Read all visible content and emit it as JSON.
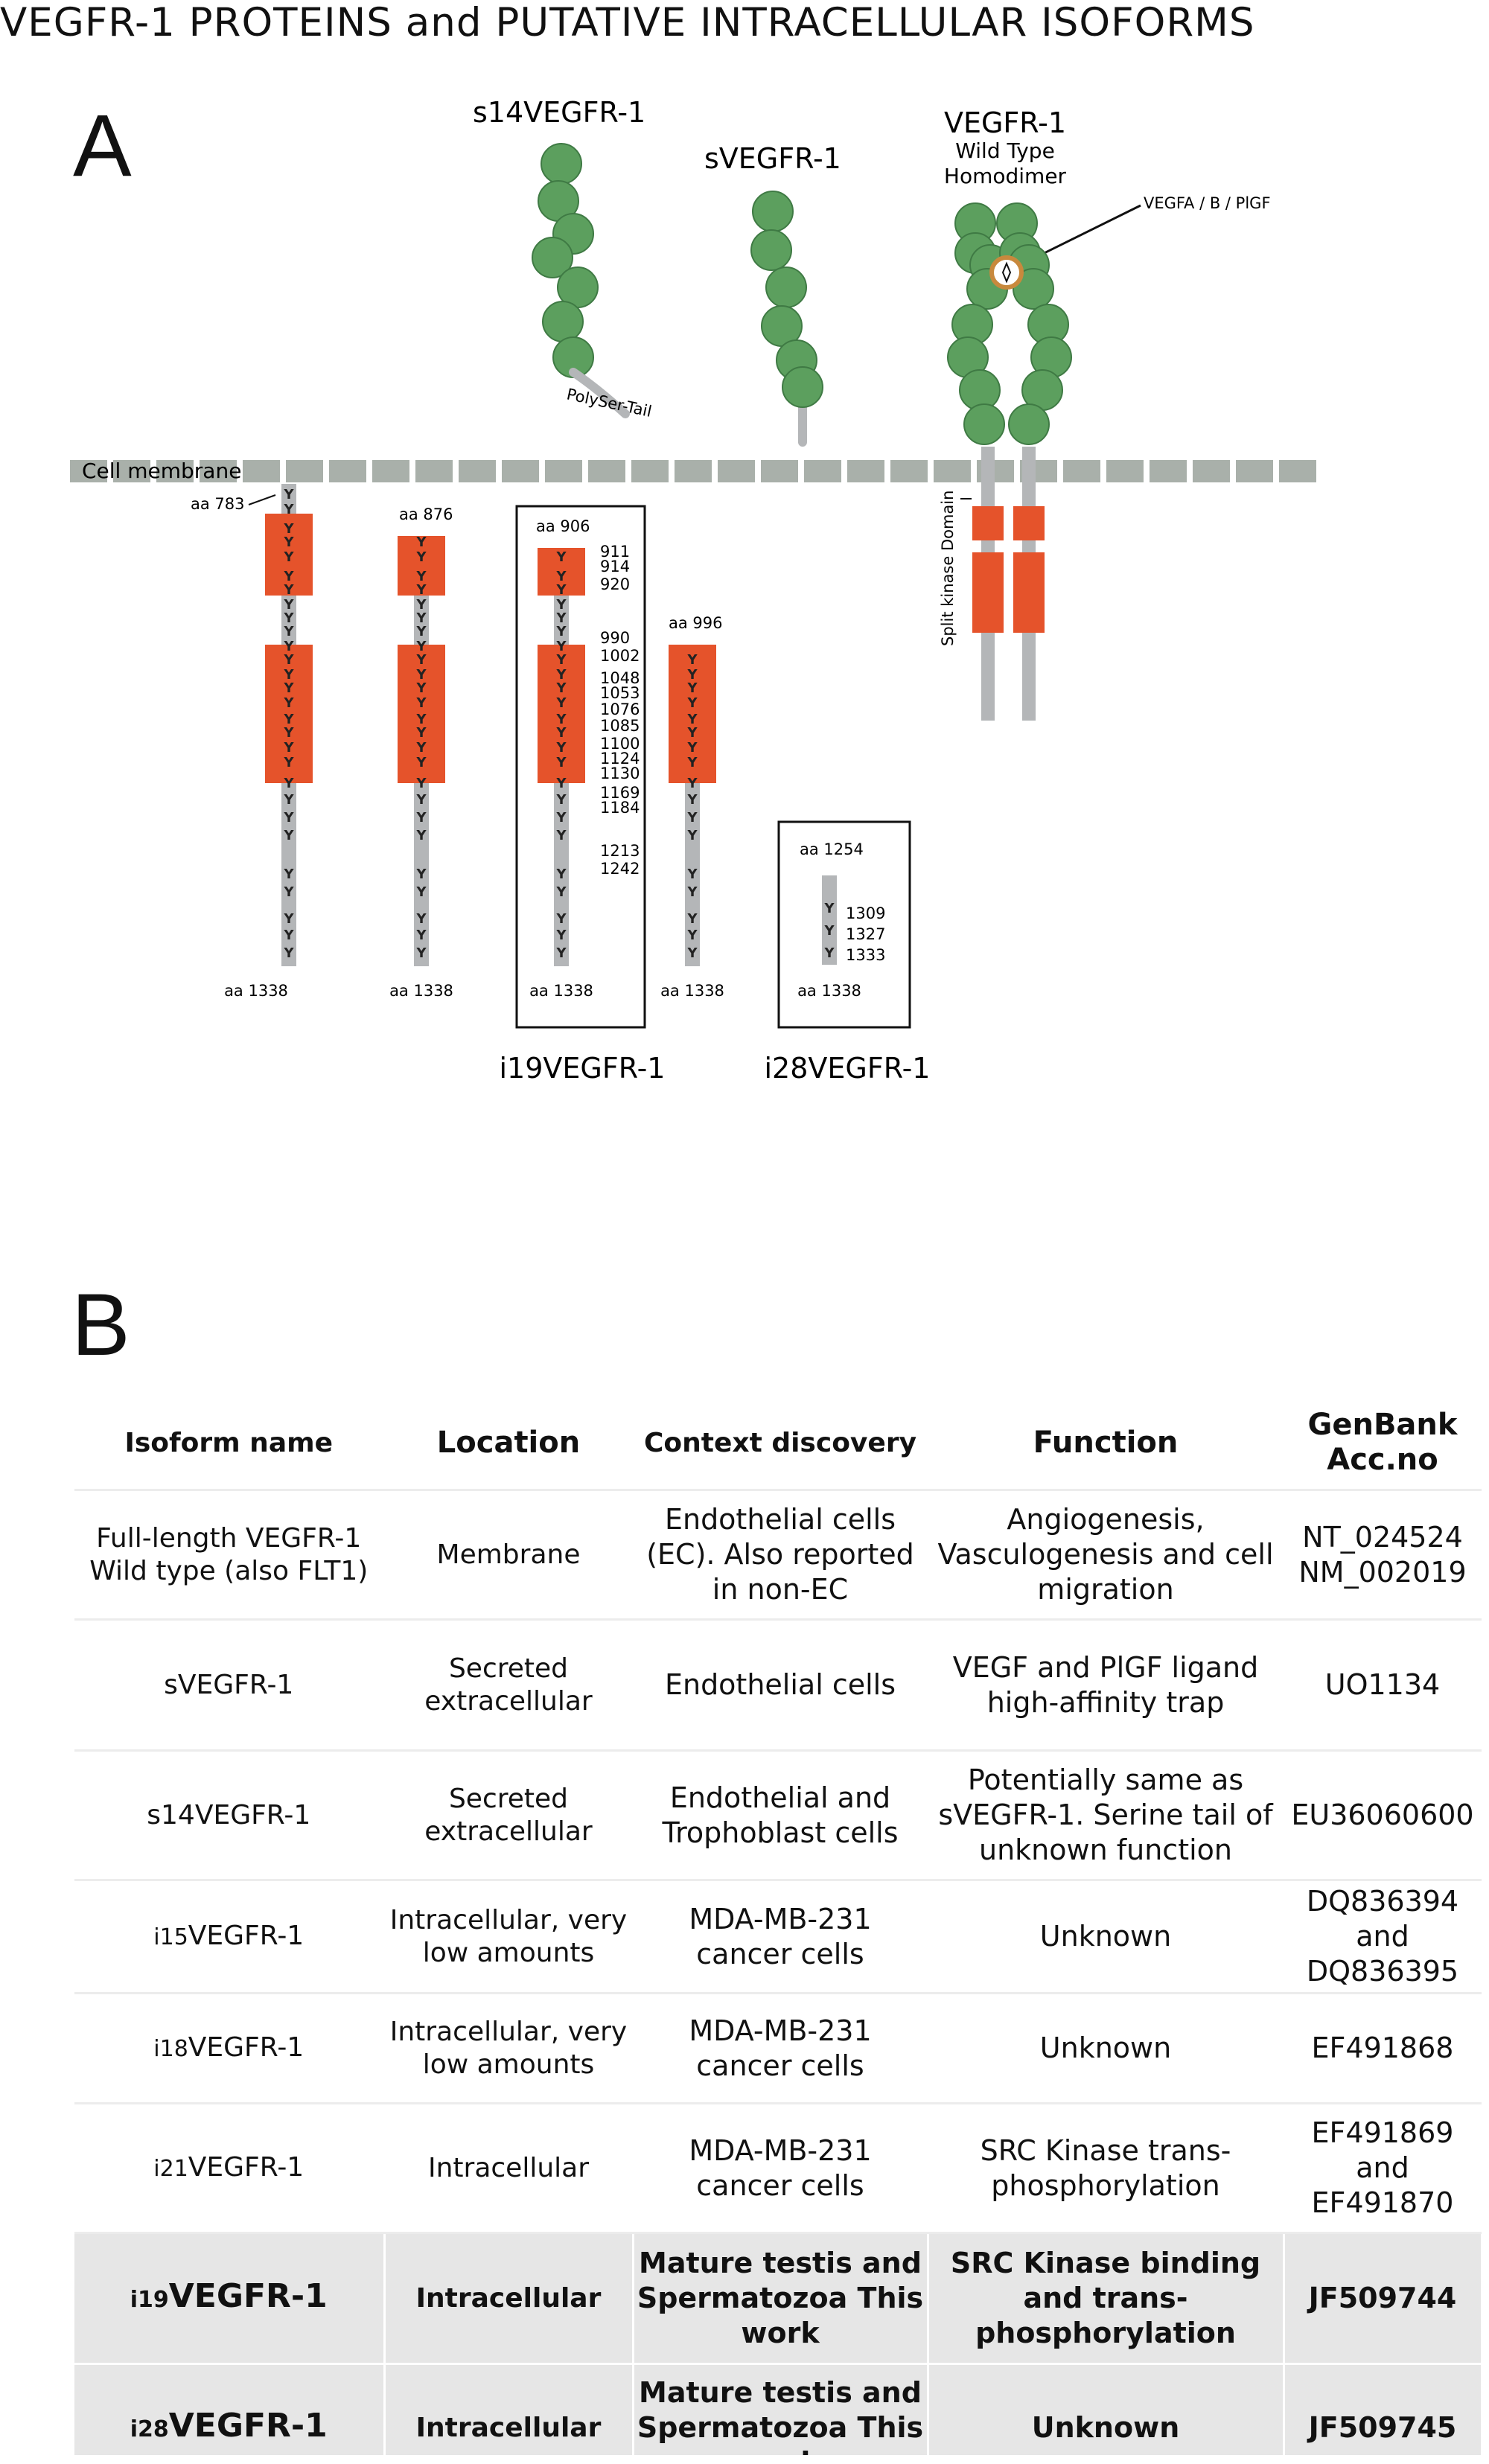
{
  "title": "VEGFR-1 PROTEINS and PUTATIVE INTRACELLULAR ISOFORMS",
  "panel_a": "A",
  "panel_b": "B",
  "diagram": {
    "s14_label": "s14VEGFR-1",
    "s_label": "sVEGFR-1",
    "poly_ser": "PolySer-Tail",
    "wt_label_1": "VEGFR-1",
    "wt_label_2": "Wild Type",
    "wt_label_3": "Homodimer",
    "ligand_label": "VEGFA / B / PlGF",
    "membrane_label": "Cell membrane",
    "split_kinase_label": "Split kinase  Domain",
    "i19_label": "i19VEGFR-1",
    "i28_label": "i28VEGFR-1",
    "y": "Y",
    "start_labels": [
      "aa 783",
      "aa 876",
      "aa 906",
      "aa 996",
      "aa 1254"
    ],
    "end_label": "aa 1338",
    "residues_i19": [
      "911",
      "914",
      "920",
      "990",
      "1002",
      "1048",
      "1053",
      "1076",
      "1085",
      "1100",
      "1124",
      "1130",
      "1169",
      "1184",
      "1213",
      "1242"
    ],
    "residues_i28": [
      "1309",
      "1327",
      "1333"
    ]
  },
  "table": {
    "headers": [
      "Isoform name",
      "Location",
      "Context discovery",
      "Function",
      "GenBank Acc.no"
    ],
    "rows": [
      {
        "name_pre": "",
        "name": "Full-length VEGFR-1 Wild type (also FLT1)",
        "location": "Membrane",
        "context": "Endothelial cells (EC). Also reported in non-EC",
        "function": "Angiogenesis, Vasculogenesis and cell migration",
        "genbank": "NT_024524 NM_002019",
        "highlight": false
      },
      {
        "name_pre": "",
        "name": "sVEGFR-1",
        "location": "Secreted extracellular",
        "context": "Endothelial cells",
        "function": "VEGF and PlGF ligand high-affinity trap",
        "genbank": "UO1134",
        "highlight": false
      },
      {
        "name_pre": "",
        "name": "s14VEGFR-1",
        "location": "Secreted extracellular",
        "context": "Endothelial and Trophoblast cells",
        "function": "Potentially same as sVEGFR-1. Serine tail of unknown function",
        "genbank": "EU36060600",
        "highlight": false
      },
      {
        "name_pre": "i15",
        "name": "VEGFR-1",
        "location": "Intracellular, very low amounts",
        "context": "MDA-MB-231 cancer cells",
        "function": "Unknown",
        "genbank": "DQ836394 and DQ836395",
        "highlight": false
      },
      {
        "name_pre": "i18",
        "name": "VEGFR-1",
        "location": "Intracellular, very low amounts",
        "context": "MDA-MB-231 cancer cells",
        "function": "Unknown",
        "genbank": "EF491868",
        "highlight": false
      },
      {
        "name_pre": "i21",
        "name": "VEGFR-1",
        "location": "Intracellular",
        "context": "MDA-MB-231 cancer cells",
        "function": "SRC Kinase trans-phosphorylation",
        "genbank": "EF491869 and EF491870",
        "highlight": false
      },
      {
        "name_pre": "i19",
        "name": "VEGFR-1",
        "location": "Intracellular",
        "context": "Mature testis and Spermatozoa This work",
        "function": "SRC Kinase binding and trans-phosphorylation",
        "genbank": "JF509744",
        "highlight": true
      },
      {
        "name_pre": "i28",
        "name": "VEGFR-1",
        "location": "Intracellular",
        "context": "Mature testis and Spermatozoa This work",
        "function": "Unknown",
        "genbank": "JF509745",
        "highlight": true
      }
    ]
  },
  "colors": {
    "domain_green": "#5c9f5e",
    "domain_green_stroke": "#3f7a44",
    "kinase_orange": "#e5532b",
    "chain_gray": "#b4b6b8",
    "membrane_gray": "#a9b0aa",
    "ligand_ring": "#c8893d",
    "highlight_row": "#e6e6e6"
  }
}
